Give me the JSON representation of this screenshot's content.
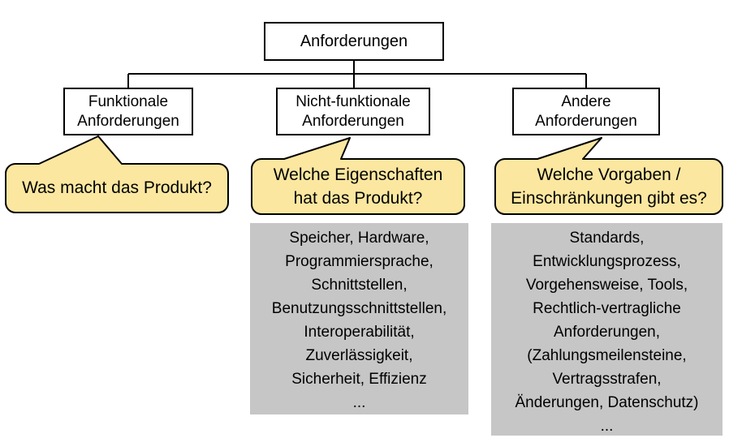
{
  "title": "Anforderungen",
  "colors": {
    "bubble_fill": "#FBE7A0",
    "bubble_border": "#000000",
    "details_fill": "#C6C6C6",
    "box_border": "#000000",
    "background": "#FFFFFF"
  },
  "root": {
    "label": "Anforderungen"
  },
  "branches": [
    {
      "box_label": "Funktionale\nAnforderungen",
      "bubble_label": "Was macht das Produkt?",
      "details": null
    },
    {
      "box_label": "Nicht-funktionale\nAnforderungen",
      "bubble_label": "Welche Eigenschaften\nhat das Produkt?",
      "details": [
        "Speicher, Hardware,",
        "Programmiersprache,",
        "Schnittstellen,",
        "Benutzungsschnittstellen,",
        "Interoperabilität,",
        "Zuverlässigkeit,",
        "Sicherheit, Effizienz",
        "..."
      ]
    },
    {
      "box_label": "Andere\nAnforderungen",
      "bubble_label": "Welche Vorgaben /\nEinschränkungen gibt es?",
      "details": [
        "Standards,",
        "Entwicklungsprozess,",
        "Vorgehensweise, Tools,",
        "Rechtlich-vertragliche",
        "Anforderungen,",
        "(Zahlungsmeilensteine,",
        "Vertragsstrafen,",
        "Änderungen, Datenschutz)",
        "..."
      ]
    }
  ]
}
